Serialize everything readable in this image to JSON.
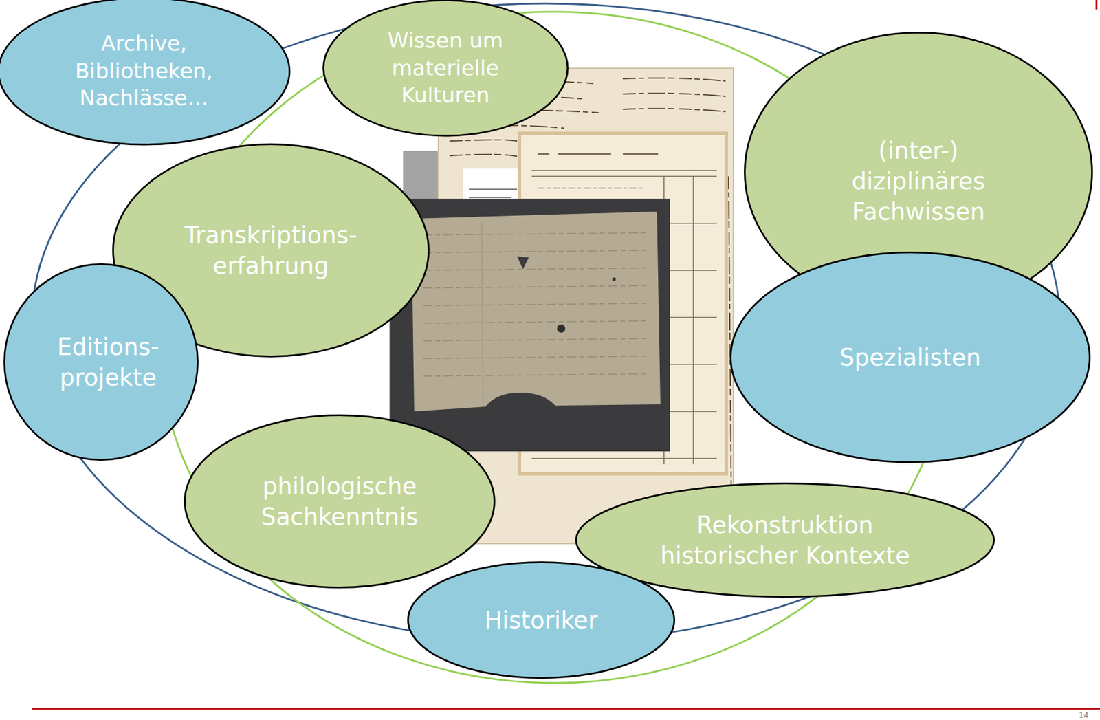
{
  "diagram": {
    "nodes": [
      {
        "text": [
          "Archive, Bibliotheken, Nachlässe…"
        ]
      },
      {
        "text": [
          "Wissen um materielle Kulturen"
        ]
      },
      {
        "text": [
          "(inter-) diziplinäres Fachwissen"
        ]
      },
      {
        "text": [
          "Transkriptions- erfahrung"
        ]
      },
      {
        "text": [
          "Editions- projekte"
        ]
      },
      {
        "text": [
          "Spezialisten"
        ]
      },
      {
        "text": [
          "philologische Sachkenntnis"
        ]
      },
      {
        "text": [
          "Rekonstruktion historischer Kontexte"
        ]
      },
      {
        "text": [
          "Historiker"
        ]
      }
    ],
    "labels": [
      "14"
    ]
  }
}
